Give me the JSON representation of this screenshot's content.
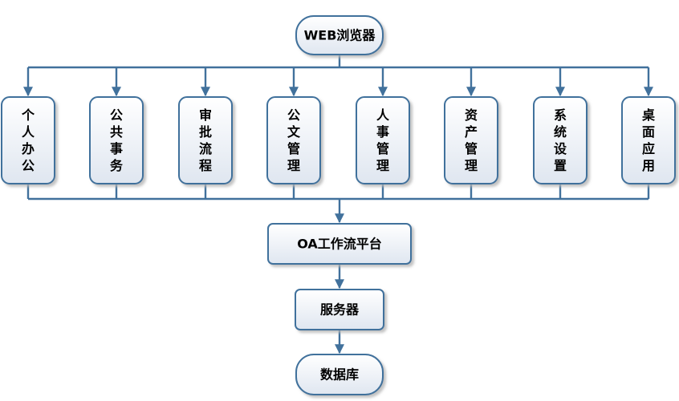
{
  "diagram": {
    "browser_label": "WEB浏览器",
    "modules": [
      {
        "label": "个人办公"
      },
      {
        "label": "公共事务"
      },
      {
        "label": "审批流程"
      },
      {
        "label": "公文管理"
      },
      {
        "label": "人事管理"
      },
      {
        "label": "资产管理"
      },
      {
        "label": "系统设置"
      },
      {
        "label": "桌面应用"
      }
    ],
    "platform_label": "OA工作流平台",
    "server_label": "服务器",
    "database_label": "数据库",
    "colors": {
      "line": "#41719c",
      "box_border": "#41719c",
      "box_fill_top": "#ffffff",
      "box_fill_bottom": "#dfe6f0",
      "shadow": "#b4b4b4"
    }
  }
}
